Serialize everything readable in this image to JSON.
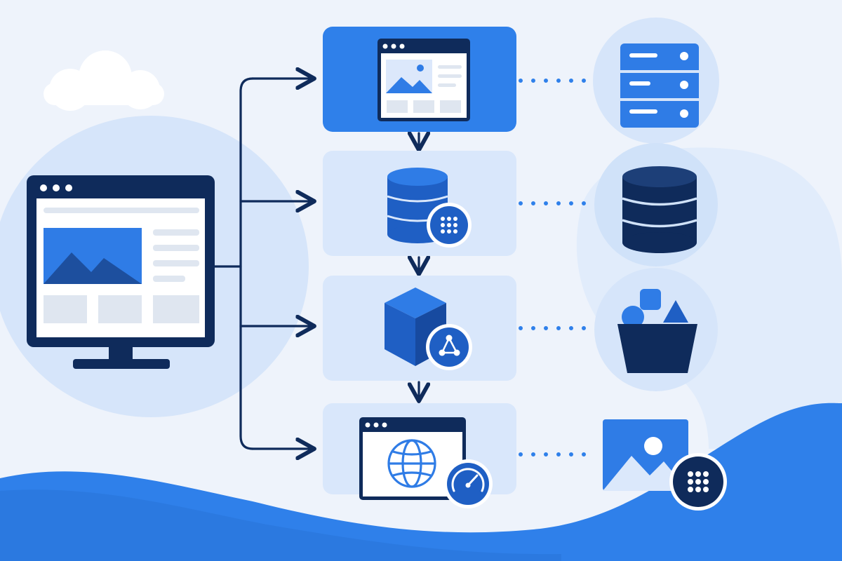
{
  "diagram": {
    "colors": {
      "background": "#eef3fb",
      "blob": "#d6e5fa",
      "card": "#d9e7fb",
      "card_active": "#2f80ea",
      "navy": "#0f2b5b",
      "blue": "#2f7ce6",
      "dark_blue": "#1f5fc4",
      "white": "#ffffff",
      "grey": "#dfe6f0",
      "wave": "#2f80ea",
      "dots": "#2f80ea"
    },
    "source": {
      "icon": "desktop-monitor-icon"
    },
    "stages": [
      {
        "id": "web-page",
        "icon": "browser-window-icon",
        "active": true
      },
      {
        "id": "database",
        "icon": "database-stack-icon",
        "badge": "grid-dots-icon"
      },
      {
        "id": "component",
        "icon": "cube-icon",
        "badge": "network-nodes-icon"
      },
      {
        "id": "web-performance",
        "icon": "globe-browser-icon",
        "badge": "speedometer-icon"
      }
    ],
    "outputs": [
      {
        "id": "server",
        "icon": "server-rack-icon"
      },
      {
        "id": "storage",
        "icon": "database-icon"
      },
      {
        "id": "assets",
        "icon": "shapes-basket-icon"
      },
      {
        "id": "media",
        "icon": "image-icon",
        "badge": "grid-dots-icon"
      }
    ],
    "decorations": [
      "cloud-icon",
      "wave"
    ]
  }
}
